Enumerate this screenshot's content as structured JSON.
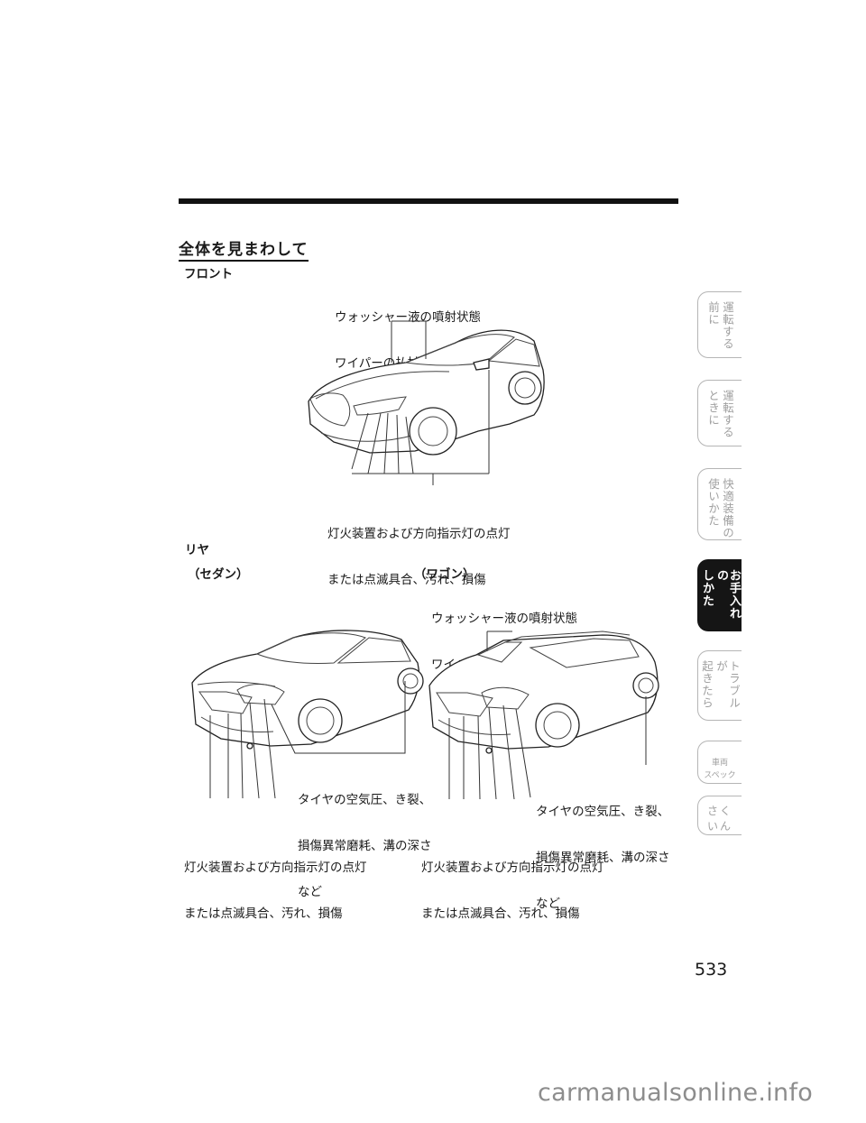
{
  "section": {
    "title": "全体を見まわして"
  },
  "front": {
    "label": "フロント",
    "top_note": [
      "ウォッシャー液の噴射状態",
      "ワイパーの払拭状態"
    ],
    "bottom_note": [
      "灯火装置および方向指示灯の点灯",
      "または点滅具合、汚れ、損傷"
    ]
  },
  "rear": {
    "label": "リヤ",
    "sedan": {
      "label": "（セダン）",
      "tire_note": [
        "タイヤの空気圧、き裂、",
        "損傷異常磨耗、溝の深さ",
        "など"
      ],
      "light_note": [
        "灯火装置および方向指示灯の点灯",
        "または点滅具合、汚れ、損傷"
      ]
    },
    "wagon": {
      "label": "（ワゴン）",
      "top_note": [
        "ウォッシャー液の噴射状態",
        "ワイパーの払拭状態"
      ],
      "tire_note": [
        "タイヤの空気圧、き裂、",
        "損傷異常磨耗、溝の深さ",
        "など"
      ],
      "light_note": [
        "灯火装置および方向指示灯の点灯",
        "または点滅具合、汚れ、損傷"
      ]
    }
  },
  "side_tabs": [
    {
      "lines": [
        "運転する",
        "前に"
      ],
      "active": false
    },
    {
      "lines": [
        "運転する",
        "ときに"
      ],
      "active": false
    },
    {
      "lines": [
        "快適装備の",
        "使いかた"
      ],
      "active": false
    },
    {
      "lines": [
        "お手入れの",
        "しかた"
      ],
      "active": true
    },
    {
      "lines": [
        "トラブルが",
        "起きたら"
      ],
      "active": false
    },
    {
      "lines": [
        "車両",
        "スペック"
      ],
      "active": false
    },
    {
      "lines": [
        "さく",
        "いん"
      ],
      "active": false
    }
  ],
  "page": {
    "number": "533"
  },
  "watermark": "carmanualsonline.info"
}
